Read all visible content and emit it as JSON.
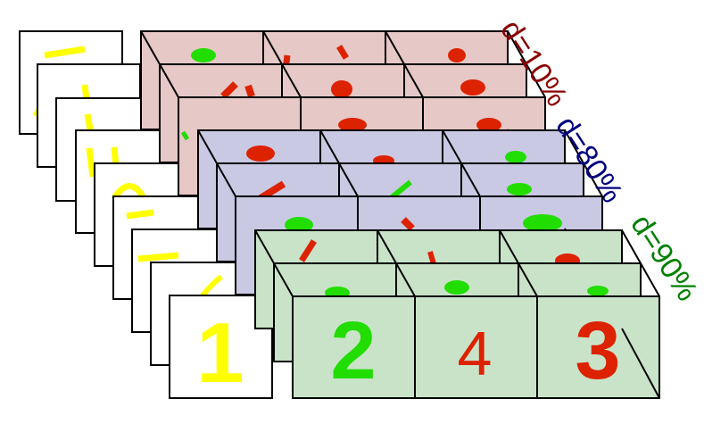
{
  "colors": {
    "query_digit": "#ffff00",
    "digit_red": "#dd2200",
    "digit_green": "#22dd00",
    "group_top_fill": "#e6c8c6",
    "group_mid_fill": "#c9c9e3",
    "group_bot_fill": "#c9e3c9",
    "label_top": "#8b0000",
    "label_mid": "#000080",
    "label_bot": "#008000"
  },
  "groups": [
    {
      "label": "d=10%",
      "fill": "#e6c8c6",
      "label_color": "#8b0000"
    },
    {
      "label": "d=80%",
      "fill": "#c9c9e3",
      "label_color": "#000080"
    },
    {
      "label": "d=90%",
      "fill": "#c9e3c9",
      "label_color": "#008000"
    }
  ],
  "front_row": {
    "query": {
      "digit": "1",
      "color": "#ffff00"
    },
    "candidates": [
      {
        "digit": "2",
        "color": "#22dd00"
      },
      {
        "digit": "4",
        "color": "#dd2200"
      },
      {
        "digit": "3",
        "color": "#dd2200"
      }
    ]
  }
}
